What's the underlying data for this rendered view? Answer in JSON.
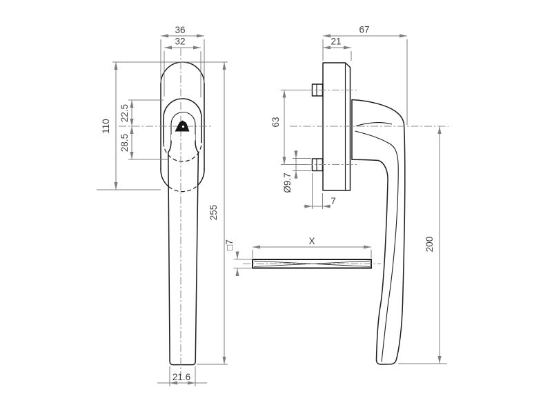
{
  "drawing": {
    "colors": {
      "outline": "#1c1c1c",
      "dimension_lines": "#7d7d7d",
      "text": "#404040",
      "background": "#ffffff"
    },
    "dims": {
      "front": {
        "outer_width": "36",
        "inner_width": "32",
        "rosette_height": "110",
        "center_offset_top": "22.5",
        "center_offset_bottom": "28.5",
        "overall_length": "255",
        "grip_end_width": "21.6"
      },
      "side": {
        "overall_depth": "67",
        "rosette_depth": "21",
        "pin_spacing": "63",
        "pin_diameter": "Ø9.7",
        "pin_protrusion": "7",
        "handle_drop": "200"
      },
      "spindle": {
        "length": "X",
        "square_size": "□7"
      }
    }
  }
}
